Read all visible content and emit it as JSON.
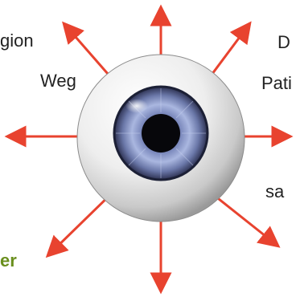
{
  "labels": {
    "top_left": "gion",
    "left_middle": "Weg",
    "top_right": "D",
    "right_upper": "Pati",
    "right_lower": "sa",
    "bottom_left": "er"
  },
  "colors": {
    "arrow": "#E8432F",
    "text": "#222222",
    "accent_text": "#6A8F1E"
  },
  "icons": {
    "center": "eyeball-icon"
  }
}
